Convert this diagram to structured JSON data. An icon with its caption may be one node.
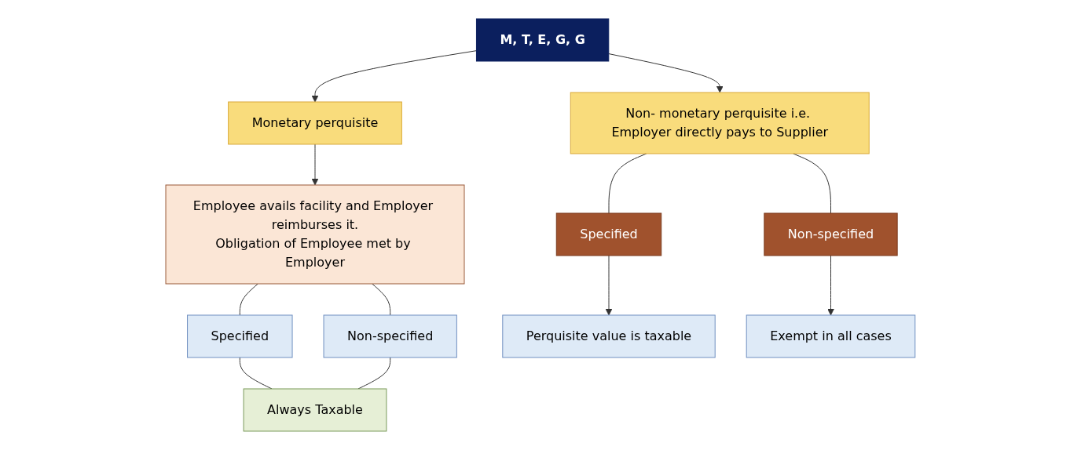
{
  "diagram": {
    "nodes": [
      {
        "text": [
          "M, T, E, G, G"
        ]
      },
      {
        "text": [
          "Monetary perquisite"
        ]
      },
      {
        "text": [
          "Non- monetary perquisite i.e. Employer directly pays to Supplier"
        ]
      },
      {
        "text": [
          "Employee avails facility and Employer reimburses it.",
          "Obligation of Employee met by Employer"
        ]
      },
      {
        "text": [
          "Specified"
        ]
      },
      {
        "text": [
          "Non-specified"
        ]
      },
      {
        "text": [
          "Always Taxable"
        ]
      },
      {
        "text": [
          "Specified"
        ]
      },
      {
        "text": [
          "Non-specified"
        ]
      },
      {
        "text": [
          "Perquisite value is taxable"
        ]
      },
      {
        "text": [
          "Exempt in all cases"
        ]
      }
    ],
    "edges": [
      {
        "from": 0,
        "to": 1,
        "arrow": "to"
      },
      {
        "from": 0,
        "to": 2,
        "arrow": "to"
      },
      {
        "from": 1,
        "to": 3,
        "arrow": "to"
      },
      {
        "from": 3,
        "to": 4,
        "arrow": "none"
      },
      {
        "from": 3,
        "to": 5,
        "arrow": "none"
      },
      {
        "from": 4,
        "to": 6,
        "arrow": "none"
      },
      {
        "from": 5,
        "to": 6,
        "arrow": "none"
      },
      {
        "from": 2,
        "to": 7,
        "arrow": "none"
      },
      {
        "from": 2,
        "to": 8,
        "arrow": "none"
      },
      {
        "from": 7,
        "to": 9,
        "arrow": "to"
      },
      {
        "from": 8,
        "to": 10,
        "arrow": "to"
      }
    ]
  }
}
